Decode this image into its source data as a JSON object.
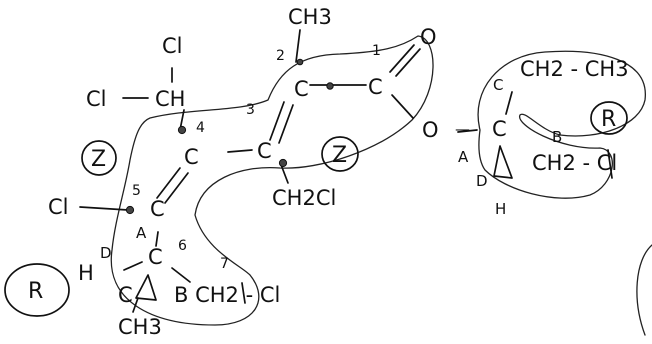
{
  "labels": {
    "ch3_top": "CH3",
    "o_double": "O",
    "o_ester": "O",
    "cl_top": "Cl",
    "cl_left": "Cl",
    "ch": "CH",
    "c1": "C",
    "c2": "C",
    "c3": "C",
    "c4": "C",
    "c5": "C",
    "c6": "C",
    "ch2cl": "CH2Cl",
    "cl_mid": "Cl",
    "h_bottom": "H",
    "ch3_bottom": "CH3",
    "b_ch2cl": "B CH2 - Cl",
    "c_bottom_left": "C",
    "d_label": "D",
    "a_label": "A",
    "right_ch2ch3": "CH2 - CH3",
    "right_c_top": "C",
    "right_c": "C",
    "right_b": "B",
    "right_ch2cl": "CH2 - Cl",
    "right_a": "A",
    "right_d": "D",
    "right_h": "H",
    "dash_mark": "—"
  },
  "locants": {
    "n1": "1",
    "n2": "2",
    "n3": "3",
    "n4": "4",
    "n5": "5",
    "n6": "6",
    "n7": "7"
  },
  "descriptors": {
    "z_left": "Z",
    "z_right": "Z",
    "r_left": "R",
    "r_right": "R"
  }
}
